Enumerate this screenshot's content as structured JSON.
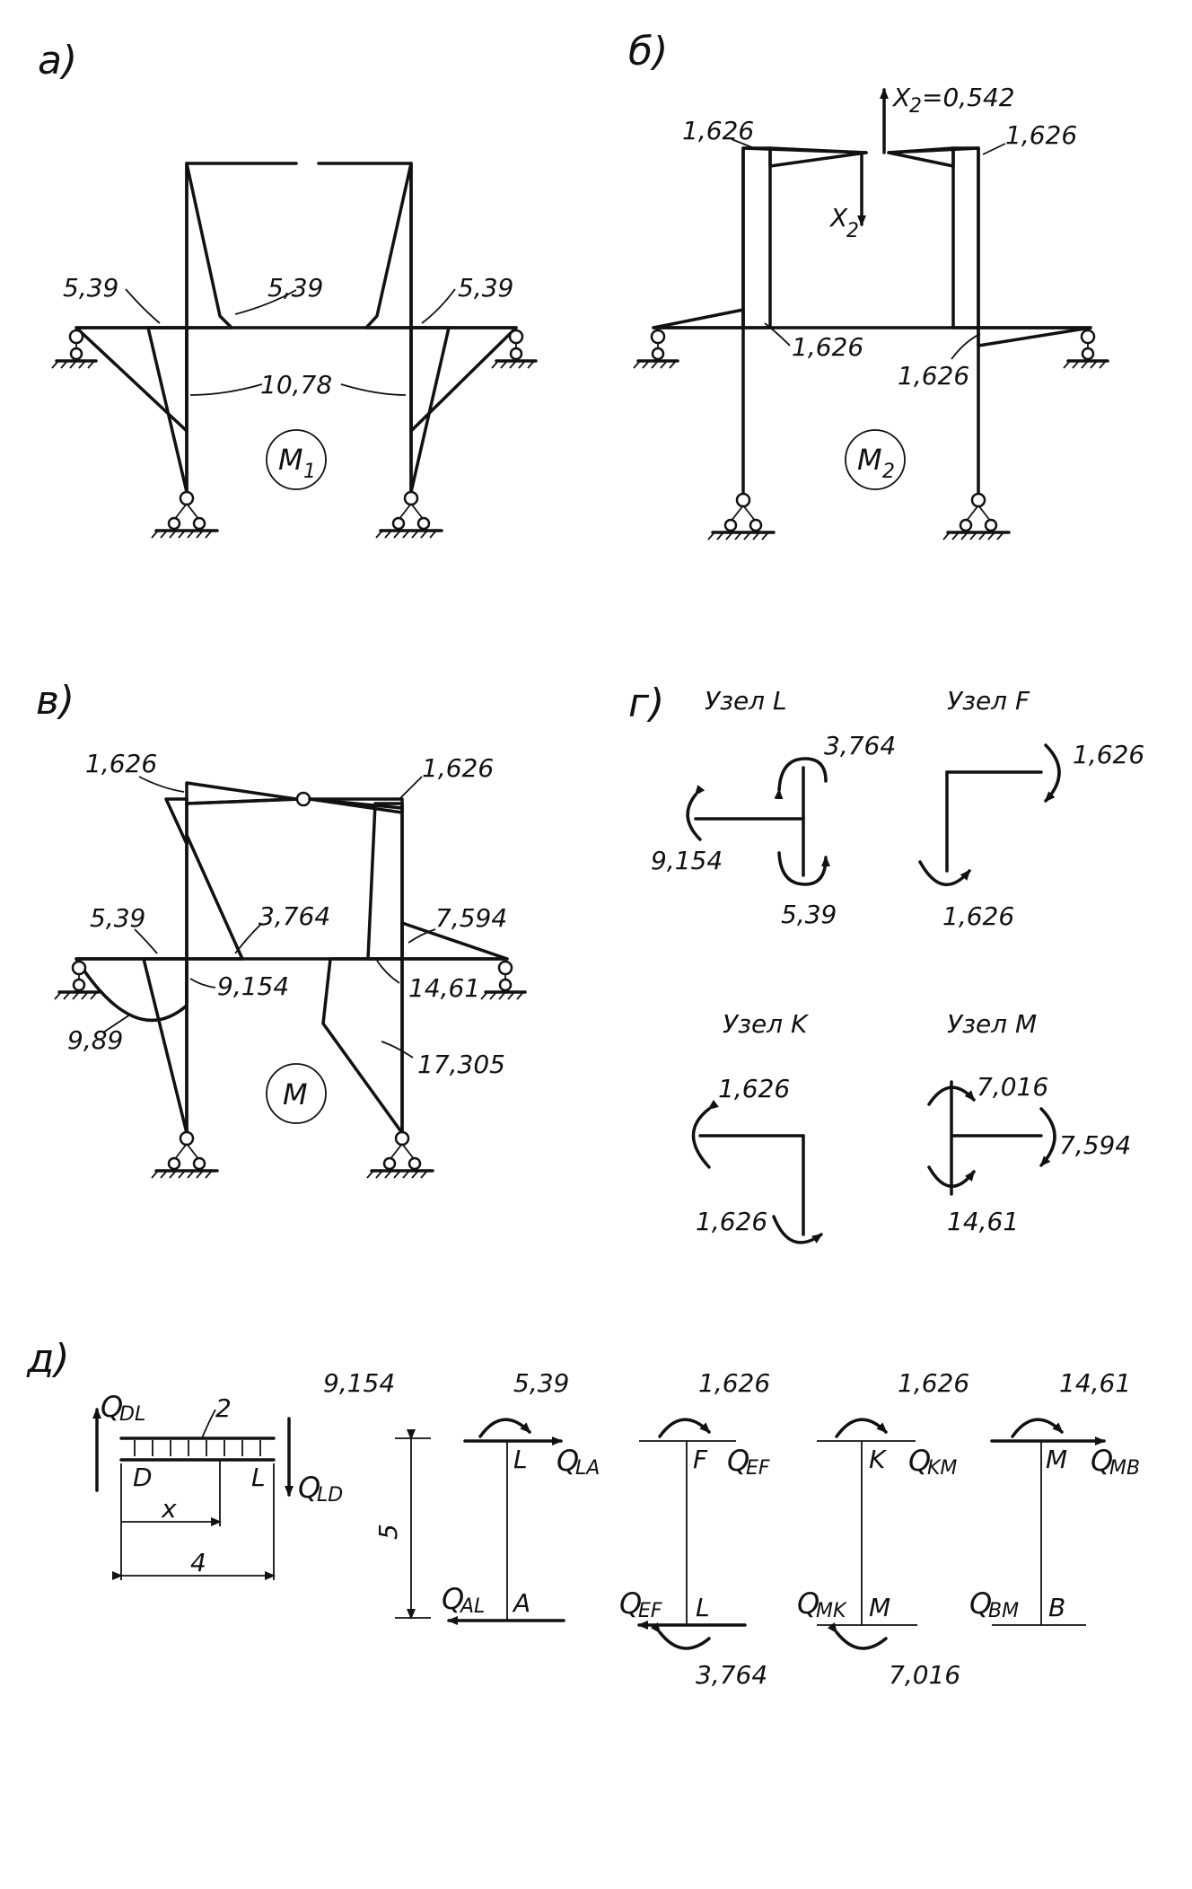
{
  "panels": {
    "a": {
      "label": "а)",
      "values": [
        "5,39",
        "5,39",
        "5,39",
        "10,78"
      ],
      "diagram_name": "M",
      "diagram_sub": "1"
    },
    "b": {
      "label": "б)",
      "x2_top": "X",
      "x2_top_sub": "2",
      "x2_top_value": "=0,542",
      "x2_side": "X",
      "x2_side_sub": "2",
      "values": [
        "1,626",
        "1,626",
        "1,626",
        "1,626"
      ],
      "diagram_name": "M",
      "diagram_sub": "2"
    },
    "v": {
      "label": "в)",
      "values": [
        "1,626",
        "1,626",
        "5,39",
        "3,764",
        "7,594",
        "9,154",
        "14,61",
        "9,89",
        "17,305"
      ],
      "diagram_name": "M"
    },
    "g": {
      "label": "г)",
      "nodes": [
        {
          "title": "Узел L",
          "values": [
            "3,764",
            "9,154",
            "5,39"
          ]
        },
        {
          "title": "Узел F",
          "values": [
            "1,626",
            "1,626"
          ]
        },
        {
          "title": "Узел K",
          "values": [
            "1,626",
            "1,626"
          ]
        },
        {
          "title": "Узел M",
          "values": [
            "7,016",
            "7,594",
            "14,61"
          ]
        }
      ]
    },
    "d": {
      "label": "д)",
      "beam": {
        "q_left": "Q",
        "q_left_sub": "DL",
        "q_right": "Q",
        "q_right_sub": "LD",
        "load": "2",
        "node_left": "D",
        "node_right": "L",
        "x": "x",
        "span": "4",
        "moment": "9,154"
      },
      "height": "5",
      "columns": [
        {
          "top_moment": "5,39",
          "top_node": "L",
          "top_q": "Q",
          "top_q_sub": "LA",
          "bot_q": "Q",
          "bot_q_sub": "AL",
          "bot_node": "A",
          "bot_moment": ""
        },
        {
          "top_moment": "1,626",
          "top_node": "F",
          "top_q": "Q",
          "top_q_sub": "EF",
          "bot_q": "Q",
          "bot_q_sub": "EF",
          "bot_node": "L",
          "bot_moment": "3,764"
        },
        {
          "top_moment": "1,626",
          "top_node": "K",
          "top_q": "Q",
          "top_q_sub": "KM",
          "bot_q": "Q",
          "bot_q_sub": "MK",
          "bot_node": "M",
          "bot_moment": "7,016"
        },
        {
          "top_moment": "14,61",
          "top_node": "M",
          "top_q": "Q",
          "top_q_sub": "MB",
          "bot_q": "Q",
          "bot_q_sub": "BM",
          "bot_node": "B",
          "bot_moment": ""
        }
      ]
    }
  }
}
